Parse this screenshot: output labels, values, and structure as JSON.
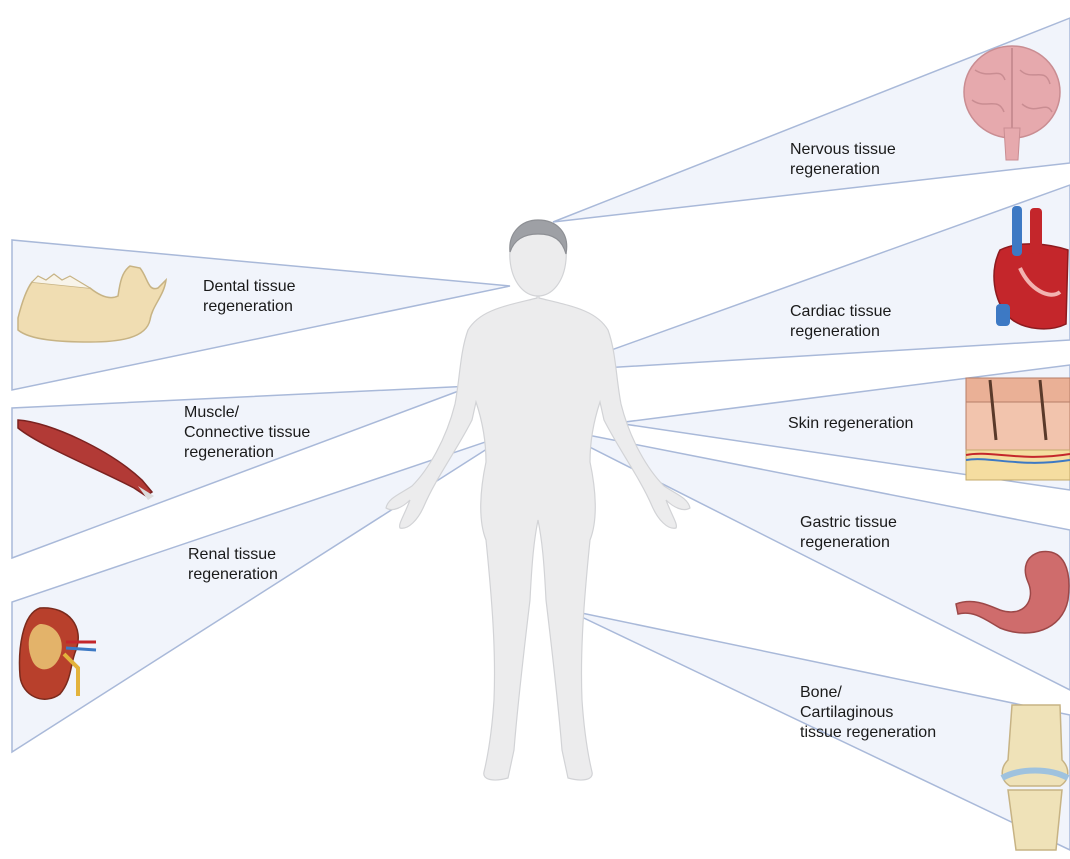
{
  "labels": {
    "nervous": "Nervous tissue\nregeneration",
    "dental": "Dental tissue\nregeneration",
    "cardiac": "Cardiac tissue\nregeneration",
    "muscle": "Muscle/\nConnective tissue\nregeneration",
    "skin": "Skin regeneration",
    "gastric": "Gastric tissue\nregeneration",
    "renal": "Renal tissue\nregeneration",
    "bone": "Bone/\nCartilaginous\ntissue regeneration"
  },
  "icons": [
    "brain-icon",
    "jaw-icon",
    "heart-icon",
    "muscle-icon",
    "skin-icon",
    "stomach-icon",
    "kidney-icon",
    "knee-joint-icon",
    "human-body-icon"
  ],
  "colors": {
    "beam_fill": "#eef2fa",
    "beam_stroke": "#a9b9d9",
    "body": "#ececed",
    "brain": "#e3a7ab",
    "muscle": "#b23a36",
    "bone": "#efe2b8"
  }
}
